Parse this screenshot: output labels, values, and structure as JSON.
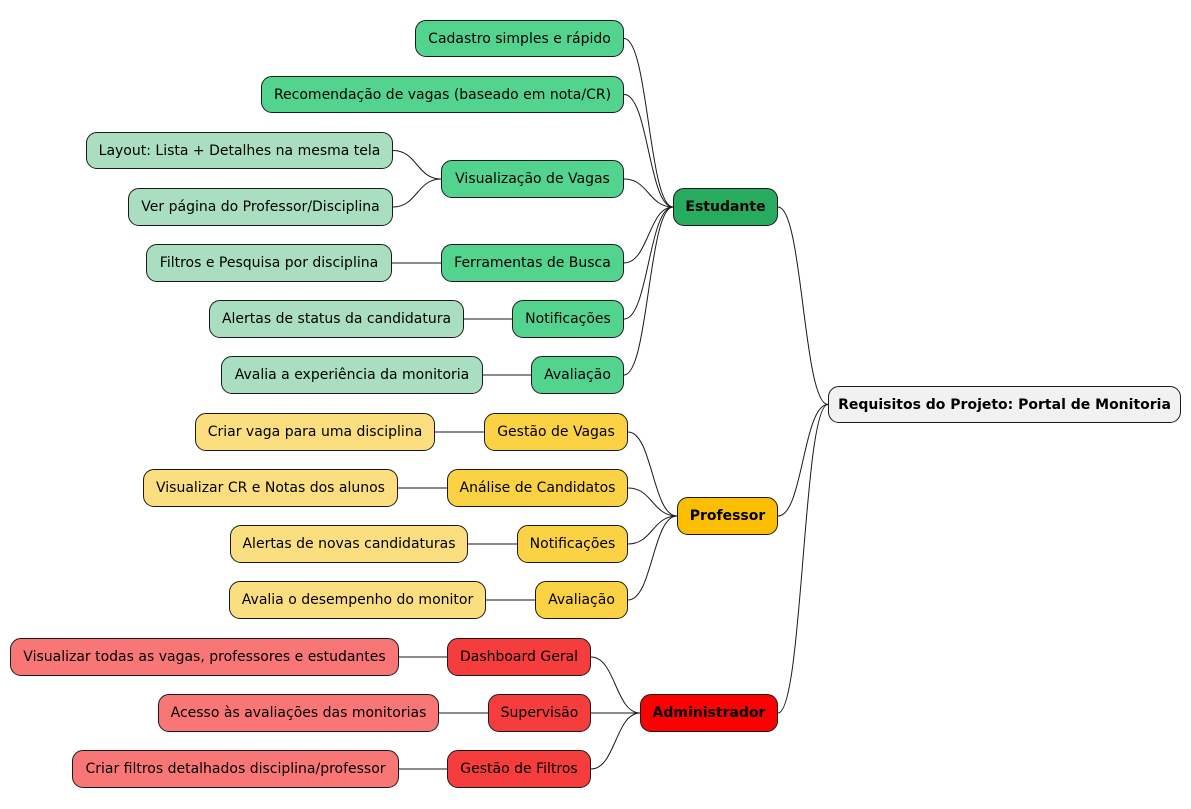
{
  "root": "Requisitos do Projeto: Portal de Monitoria",
  "branches": [
    {
      "label": "Estudante",
      "color": "#27ab5e",
      "children": [
        {
          "label": "Cadastro simples e rápido",
          "children": []
        },
        {
          "label": "Recomendação de vagas (baseado em nota/CR)",
          "children": []
        },
        {
          "label": "Visualização de Vagas",
          "children": [
            "Layout: Lista + Detalhes na mesma tela",
            "Ver página do Professor/Disciplina"
          ]
        },
        {
          "label": "Ferramentas de Busca",
          "children": [
            "Filtros e Pesquisa por disciplina"
          ]
        },
        {
          "label": "Notificações",
          "children": [
            "Alertas de status da candidatura"
          ]
        },
        {
          "label": "Avaliação",
          "children": [
            "Avalia a experiência da monitoria"
          ]
        }
      ]
    },
    {
      "label": "Professor",
      "color": "#fbbe02",
      "children": [
        {
          "label": "Gestão de Vagas",
          "children": [
            "Criar vaga para uma disciplina"
          ]
        },
        {
          "label": "Análise de Candidatos",
          "children": [
            "Visualizar CR e Notas dos alunos"
          ]
        },
        {
          "label": "Notificações",
          "children": [
            "Alertas de novas candidaturas"
          ]
        },
        {
          "label": "Avaliação",
          "children": [
            "Avalia o desempenho do monitor"
          ]
        }
      ]
    },
    {
      "label": "Administrador",
      "color": "#fb0101",
      "children": [
        {
          "label": "Dashboard Geral",
          "children": [
            "Visualizar todas as vagas, professores e estudantes"
          ]
        },
        {
          "label": "Supervisão",
          "children": [
            "Acesso às avaliações das monitorias"
          ]
        },
        {
          "label": "Gestão de Filtros",
          "children": [
            "Criar filtros detalhados disciplina/professor"
          ]
        }
      ]
    }
  ]
}
